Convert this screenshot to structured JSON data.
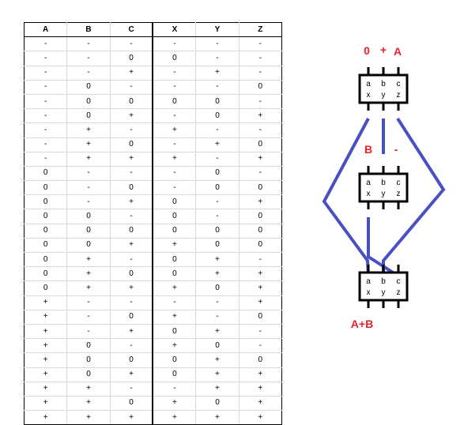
{
  "table": {
    "headers": [
      "A",
      "B",
      "C",
      "X",
      "Y",
      "Z"
    ],
    "rows": [
      [
        "-",
        "-",
        "-",
        "-",
        "-",
        "-"
      ],
      [
        "-",
        "-",
        "0",
        "0",
        "-",
        "-"
      ],
      [
        "-",
        "-",
        "+",
        "-",
        "+",
        "-"
      ],
      [
        "-",
        "0",
        "-",
        "-",
        "-",
        "0"
      ],
      [
        "-",
        "0",
        "0",
        "0",
        "0",
        "-"
      ],
      [
        "-",
        "0",
        "+",
        "-",
        "0",
        "+"
      ],
      [
        "-",
        "+",
        "-",
        "+",
        "-",
        "-"
      ],
      [
        "-",
        "+",
        "0",
        "-",
        "+",
        "0"
      ],
      [
        "-",
        "+",
        "+",
        "+",
        "-",
        "+"
      ],
      [
        "0",
        "-",
        "-",
        "-",
        "0",
        "-"
      ],
      [
        "0",
        "-",
        "0",
        "-",
        "0",
        "0"
      ],
      [
        "0",
        "-",
        "+",
        "0",
        "-",
        "+"
      ],
      [
        "0",
        "0",
        "-",
        "0",
        "-",
        "0"
      ],
      [
        "0",
        "0",
        "0",
        "0",
        "0",
        "0"
      ],
      [
        "0",
        "0",
        "+",
        "+",
        "0",
        "0"
      ],
      [
        "0",
        "+",
        "-",
        "0",
        "+",
        "-"
      ],
      [
        "0",
        "+",
        "0",
        "0",
        "+",
        "+"
      ],
      [
        "0",
        "+",
        "+",
        "+",
        "0",
        "+"
      ],
      [
        "+",
        "-",
        "-",
        "-",
        "-",
        "+"
      ],
      [
        "+",
        "-",
        "0",
        "+",
        "-",
        "0"
      ],
      [
        "+",
        "-",
        "+",
        "0",
        "+",
        "-"
      ],
      [
        "+",
        "0",
        "-",
        "+",
        "0",
        "-"
      ],
      [
        "+",
        "0",
        "0",
        "0",
        "+",
        "0"
      ],
      [
        "+",
        "0",
        "+",
        "0",
        "+",
        "+"
      ],
      [
        "+",
        "+",
        "-",
        "-",
        "+",
        "+"
      ],
      [
        "+",
        "+",
        "0",
        "+",
        "0",
        "+"
      ],
      [
        "+",
        "+",
        "+",
        "+",
        "+",
        "+"
      ]
    ]
  },
  "diagram": {
    "chip_top_letters": [
      "a",
      "b",
      "c"
    ],
    "chip_bottom_letters": [
      "x",
      "y",
      "z"
    ],
    "top_inputs": [
      "0",
      "+",
      "A"
    ],
    "middle_inputs": [
      "B",
      "-"
    ],
    "output_label": "A+B",
    "wire_color": "#4a4fc4",
    "label_color": "#e8232a"
  }
}
